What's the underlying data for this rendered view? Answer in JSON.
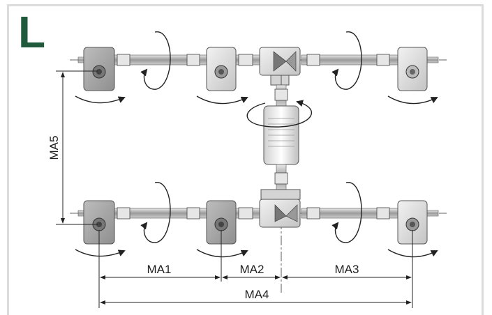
{
  "layout_letter": "L",
  "colors": {
    "letter": "#1f5a3c",
    "gearbox_dark": "#a6a6a6",
    "gearbox_light": "#dadada",
    "line": "#222222"
  },
  "dimensions": {
    "ma1": "MA1",
    "ma2": "MA2",
    "ma3": "MA3",
    "ma4": "MA4",
    "ma5": "MA5"
  }
}
